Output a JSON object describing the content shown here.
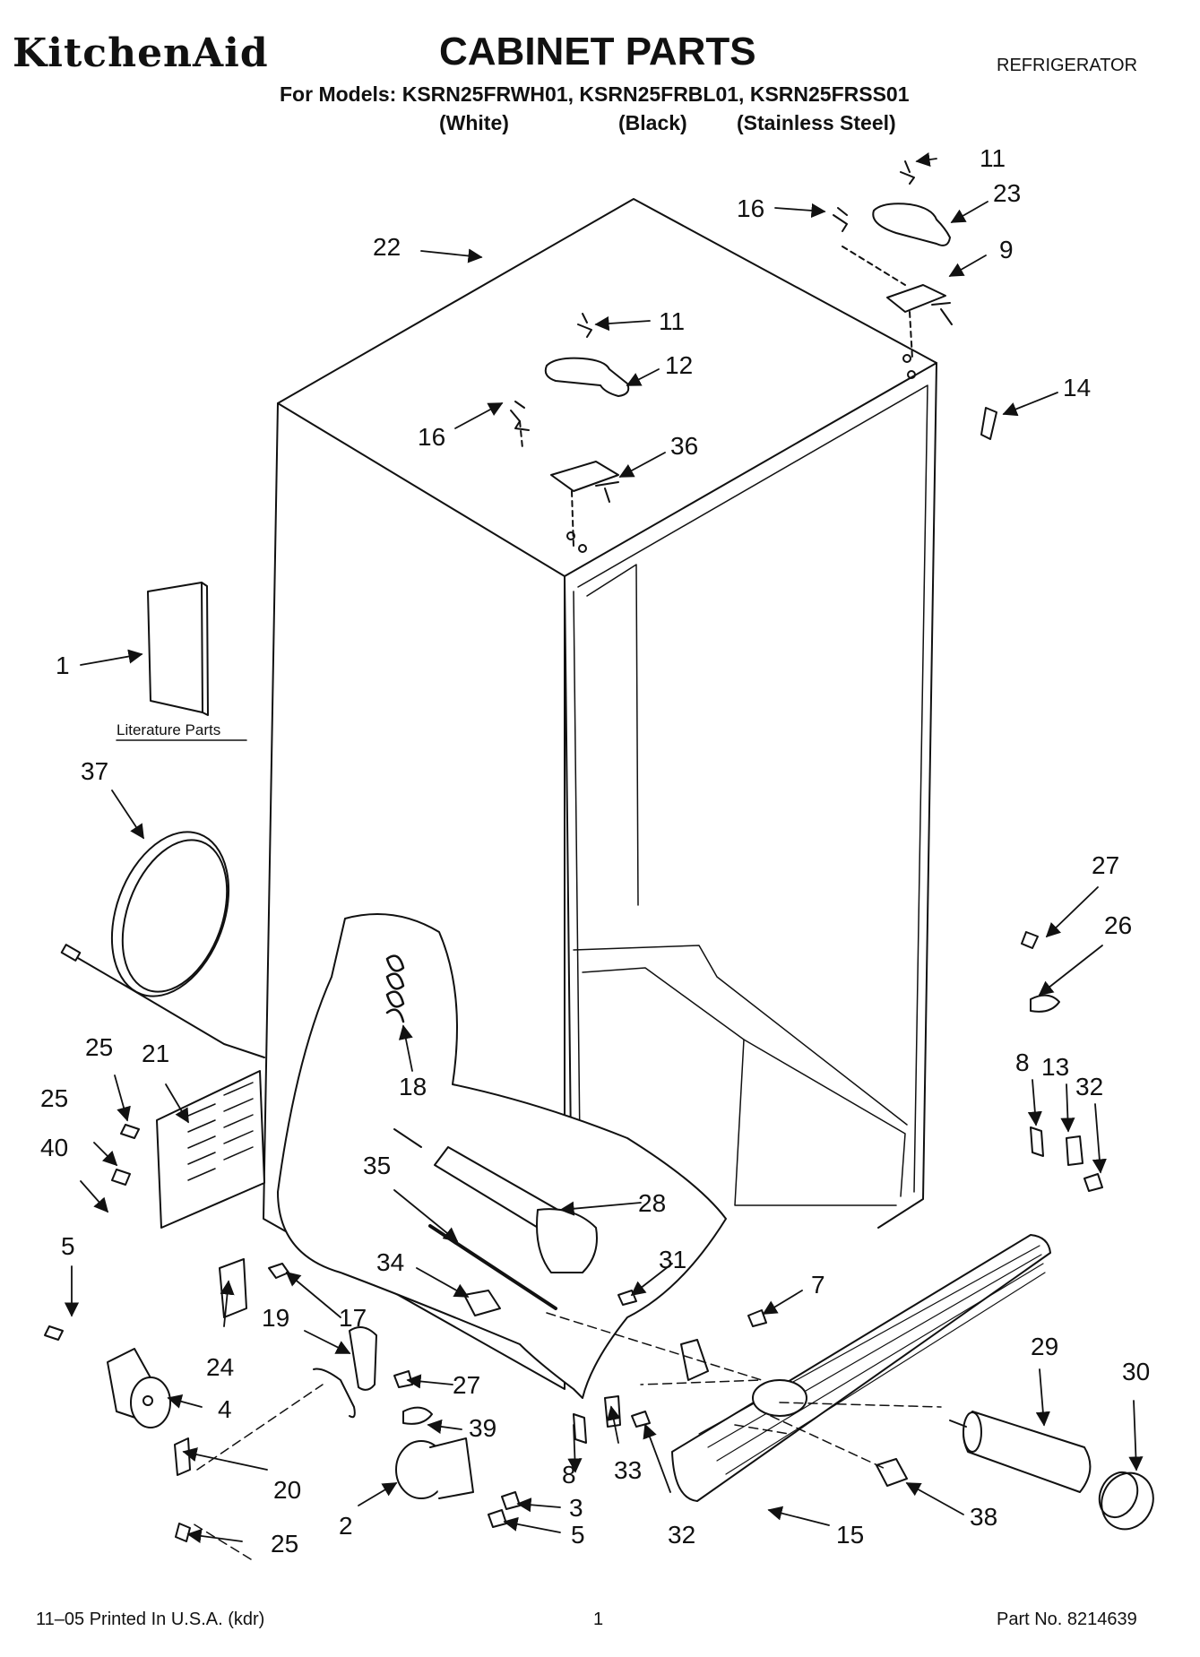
{
  "header": {
    "brand": "KitchenAid",
    "title": "CABINET PARTS",
    "category": "REFRIGERATOR",
    "models_line": "For Models: KSRN25FRWH01, KSRN25FRBL01, KSRN25FRSS01",
    "variants": [
      "(White)",
      "(Black)",
      "(Stainless Steel)"
    ]
  },
  "diagram": {
    "literature_label": "Literature Parts",
    "callouts": [
      "11",
      "23",
      "16",
      "22",
      "9",
      "11",
      "12",
      "14",
      "16",
      "36",
      "1",
      "37",
      "27",
      "26",
      "25",
      "21",
      "18",
      "8",
      "13",
      "32",
      "25",
      "40",
      "35",
      "28",
      "5",
      "31",
      "34",
      "7",
      "17",
      "19",
      "29",
      "30",
      "27",
      "24",
      "4",
      "39",
      "20",
      "8",
      "33",
      "3",
      "2",
      "5",
      "32",
      "15",
      "38",
      "25"
    ]
  },
  "footer": {
    "printed": "11–05 Printed In U.S.A. (kdr)",
    "page": "1",
    "part_no": "Part No. 8214639"
  }
}
